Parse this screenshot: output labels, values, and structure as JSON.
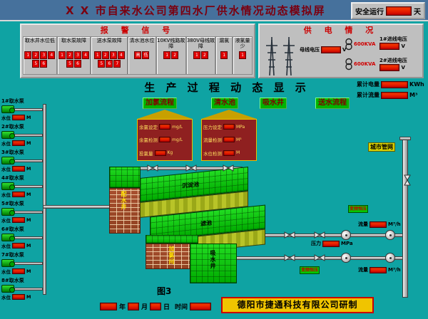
{
  "title_bar": {
    "title": "X X 市自来水公司第四水厂供水情况动态模拟屏",
    "safe_run_label": "安全运行",
    "safe_run_unit": "天"
  },
  "alarm_panel": {
    "title": "报 警 信 号",
    "groups": [
      {
        "label": "取水井水位低",
        "indicators": [
          "1",
          "2",
          "3",
          "4",
          "5",
          "6"
        ]
      },
      {
        "label": "取水泵故障",
        "indicators": [
          "1",
          "2",
          "3",
          "4",
          "5",
          "6"
        ]
      },
      {
        "label": "送水泵故障",
        "indicators": [
          "1",
          "2",
          "3",
          "4",
          "5",
          "6",
          "7"
        ]
      },
      {
        "label": "清水池水位",
        "indicators": [
          "高",
          "低"
        ]
      },
      {
        "label": "10KV线路故障",
        "indicators": [
          "1",
          "2"
        ]
      },
      {
        "label": "380V母线故障",
        "indicators": [
          "1",
          "2"
        ]
      },
      {
        "label": "漏氯",
        "indicators": [
          "1"
        ]
      },
      {
        "label": "液氯量少",
        "indicators": [
          "1"
        ]
      }
    ]
  },
  "power_panel": {
    "title": "供 电 情 况",
    "bus_voltage": {
      "label": "母线电压",
      "unit": "V"
    },
    "transformers": [
      {
        "label": "600KVA"
      },
      {
        "label": "600KVA"
      }
    ],
    "incoming": [
      {
        "label": "1#进线电压",
        "unit": "V"
      },
      {
        "label": "2#进线电压",
        "unit": "V"
      }
    ]
  },
  "totals": [
    {
      "label": "累计电量",
      "unit": "KWh"
    },
    {
      "label": "累计流量",
      "unit": "M³"
    }
  ],
  "process": {
    "title": "生 产 过 程 动 态 显 示",
    "stages": [
      "加氯流程",
      "清水池",
      "吸水井",
      "送水流程"
    ],
    "chlorine_house": {
      "rows": [
        {
          "label": "余氯设定",
          "unit": "mg/L"
        },
        {
          "label": "余氯检测",
          "unit": "mg/L"
        },
        {
          "label": "投氯量",
          "unit": "Kg"
        }
      ]
    },
    "meter_house": {
      "rows": [
        {
          "label": "压力设定",
          "unit": "MPa"
        },
        {
          "label": "流量检测",
          "unit": "M³"
        },
        {
          "label": "水位检测",
          "unit": "M"
        }
      ]
    },
    "tanks": {
      "distribution_well": "配水井",
      "sedimentation": "沉淀池",
      "filter": "滤池",
      "chlorination_room": "加氯间",
      "suction_well": "吸水井"
    },
    "city_network": "城市管网",
    "pressure": {
      "label": "压力",
      "unit": "MPa"
    },
    "flows": [
      {
        "label": "流量",
        "unit": "M³/h"
      },
      {
        "label": "流量",
        "unit": "M³/h"
      }
    ],
    "vfd_labels": [
      "变频恒压",
      "变频恒压"
    ]
  },
  "intake_pumps": {
    "level_label": "水位",
    "level_unit": "M",
    "units": [
      "1#取水泵",
      "2#取水泵",
      "3#取水泵",
      "4#取水泵",
      "5#取水泵",
      "6#取水泵",
      "7#取水泵",
      "8#取水泵"
    ]
  },
  "footer": {
    "figure_label": "图3",
    "date_labels": [
      "年",
      "月",
      "日"
    ],
    "time_label": "时间",
    "company": "德阳市捷通科技有限公司研制"
  }
}
